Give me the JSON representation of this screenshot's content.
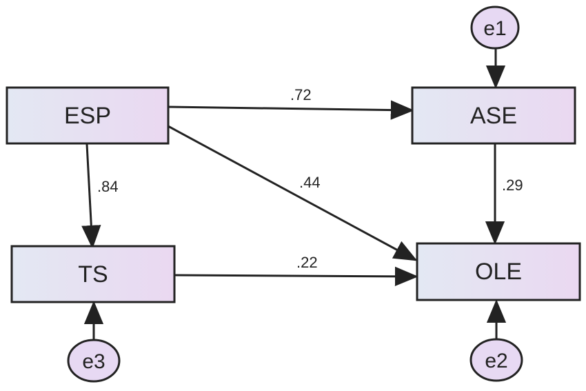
{
  "variables": {
    "esp": "ESP",
    "ase": "ASE",
    "ts": "TS",
    "ole": "OLE"
  },
  "errors": {
    "e1": "e1",
    "e2": "e2",
    "e3": "e3"
  },
  "paths": {
    "esp_ase": ".72",
    "esp_ole": ".44",
    "esp_ts": ".84",
    "ase_ole": ".29",
    "ts_ole": ".22"
  },
  "colors": {
    "box_fill_start": "#e3e8f3",
    "box_fill_end": "#ead8f1",
    "circle_fill": "#e7d9f3",
    "stroke": "#222222"
  }
}
